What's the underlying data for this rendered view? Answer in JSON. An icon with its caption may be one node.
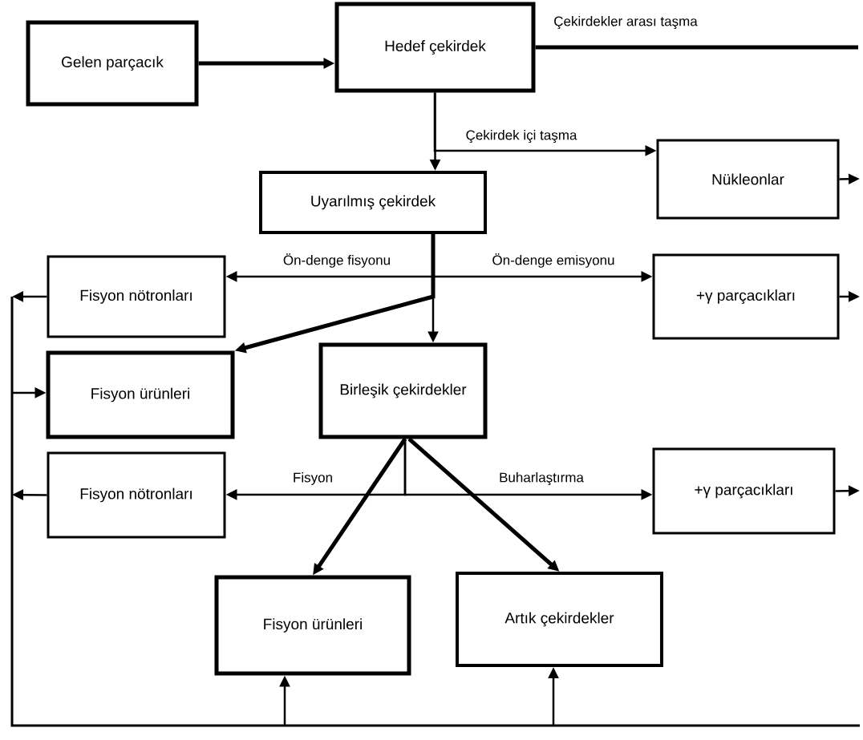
{
  "diagram": {
    "nodes": [
      {
        "text": [
          "Gelen parçacık"
        ]
      },
      {
        "text": [
          "Hedef çekirdek"
        ]
      },
      {
        "text": [
          "Nükleonlar"
        ]
      },
      {
        "text": [
          "Uyarılmış çekirdek"
        ]
      },
      {
        "text": [
          "Fisyon nötronları"
        ]
      },
      {
        "text": [
          "+γ parçacıkları"
        ]
      },
      {
        "text": [
          "Fisyon ürünleri"
        ]
      },
      {
        "text": [
          "Birleşik çekirdekler"
        ]
      },
      {
        "text": [
          "Fisyon nötronları"
        ]
      },
      {
        "text": [
          "+γ parçacıkları"
        ]
      },
      {
        "text": [
          "Fisyon ürünleri"
        ]
      },
      {
        "text": [
          "Artık çekirdekler"
        ]
      }
    ],
    "edges": [
      {
        "from": 0,
        "to": 1,
        "arrow": "to",
        "style": "thick"
      },
      {
        "from": 1,
        "to": 3,
        "arrow": "to"
      },
      {
        "from": 1,
        "to": 2,
        "arrow": "to",
        "label": "Çekirdek içi taşma"
      },
      {
        "from": 3,
        "to": 4,
        "arrow": "to",
        "label": "Ön-denge fisyonu"
      },
      {
        "from": 3,
        "to": 5,
        "arrow": "to",
        "label": "Ön-denge emisyonu"
      },
      {
        "from": 3,
        "to": 7,
        "arrow": "to"
      },
      {
        "from": 3,
        "to": 6,
        "arrow": "to",
        "style": "thick"
      },
      {
        "from": 7,
        "to": 8,
        "arrow": "to",
        "label": "Fisyon"
      },
      {
        "from": 7,
        "to": 9,
        "arrow": "to",
        "label": "Buharlaştırma"
      },
      {
        "from": 7,
        "to": 10,
        "arrow": "to",
        "style": "thick"
      },
      {
        "from": 7,
        "to": 11,
        "arrow": "to",
        "style": "thick"
      },
      {
        "from": 1,
        "to": null,
        "arrow": "none",
        "style": "thick",
        "label": "Çekirdekler arası taşma"
      },
      {
        "from": 2,
        "to": null,
        "arrow": "to"
      },
      {
        "from": 5,
        "to": null,
        "arrow": "to"
      },
      {
        "from": 9,
        "to": null,
        "arrow": "to"
      },
      {
        "from": 4,
        "to": null,
        "arrow": "to"
      },
      {
        "from": null,
        "to": 6,
        "arrow": "to"
      },
      {
        "from": 8,
        "to": null,
        "arrow": "to"
      },
      {
        "from": null,
        "to": 10,
        "arrow": "to"
      },
      {
        "from": null,
        "to": 11,
        "arrow": "to"
      }
    ]
  }
}
